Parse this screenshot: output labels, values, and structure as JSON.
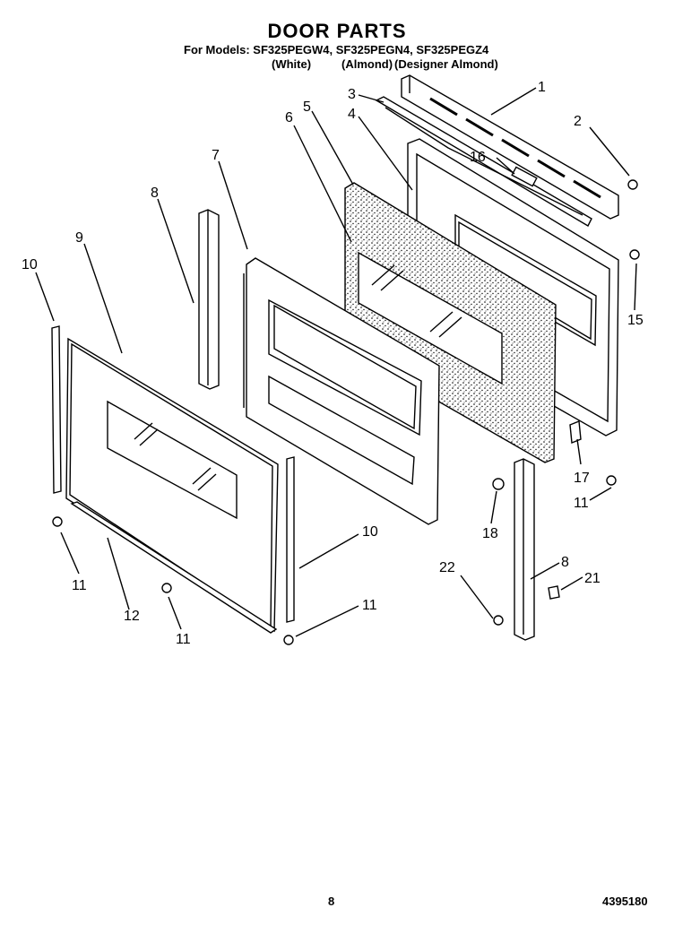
{
  "header": {
    "title": "DOOR PARTS",
    "models": "For Models: SF325PEGW4, SF325PEGN4, SF325PEGZ4",
    "color_white": "(White)",
    "color_almond": "(Almond)",
    "color_designer": "(Designer Almond)"
  },
  "footer": {
    "page_number": "8",
    "doc_number": "4395180"
  },
  "callouts": [
    "1",
    "2",
    "3",
    "4",
    "5",
    "6",
    "7",
    "8",
    "9",
    "10",
    "11",
    "12",
    "15",
    "16",
    "17",
    "18",
    "21",
    "22"
  ]
}
